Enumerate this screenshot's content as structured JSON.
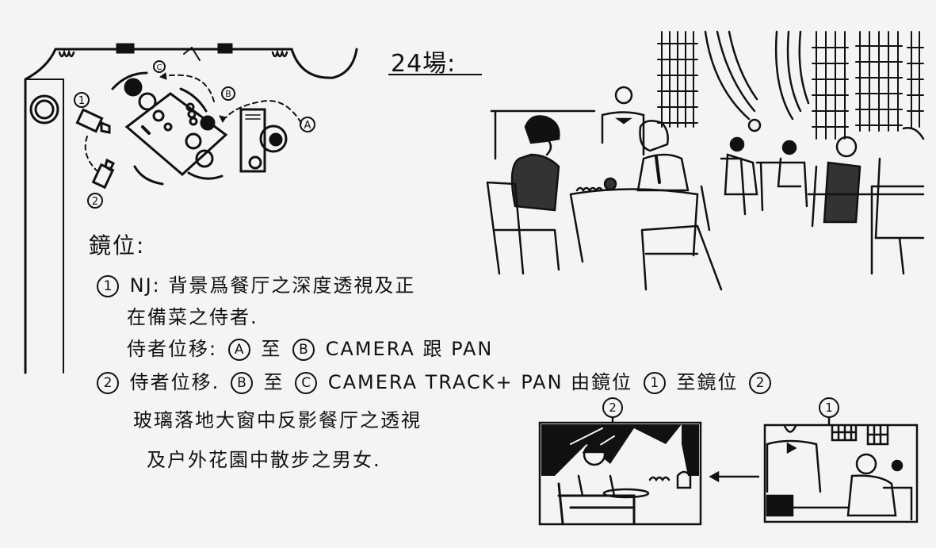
{
  "scene": {
    "title": "24場:"
  },
  "floor_plan": {
    "camera_positions": [
      "1",
      "2"
    ],
    "waiter_positions": [
      "A",
      "B",
      "C"
    ]
  },
  "notes": {
    "heading": "鏡位:",
    "shot1": {
      "number": "1",
      "line1": "NJ: 背景爲餐厅之深度透視及正",
      "line2": "在備菜之侍者.",
      "line3_prefix": "侍者位移:",
      "line3_from": "A",
      "line3_mid": "至",
      "line3_to": "B",
      "line3_suffix": "CAMERA 跟 PAN"
    },
    "shot2": {
      "number": "2",
      "line1_prefix": "侍者位移.",
      "line1_from": "B",
      "line1_mid": "至",
      "line1_to": "C",
      "line1_action": "CAMERA TRACK+ PAN 由鏡位",
      "line1_pos_from": "1",
      "line1_mid2": "至鏡位",
      "line1_pos_to": "2",
      "line2": "玻璃落地大窗中反影餐厅之透視",
      "line3": "及户外花園中散步之男女."
    }
  },
  "thumbnails": {
    "frame_left_label": "2",
    "frame_right_label": "1",
    "arrow": "left-arrow"
  },
  "colors": {
    "ink": "#111111",
    "paper": "#f4f4f4"
  }
}
